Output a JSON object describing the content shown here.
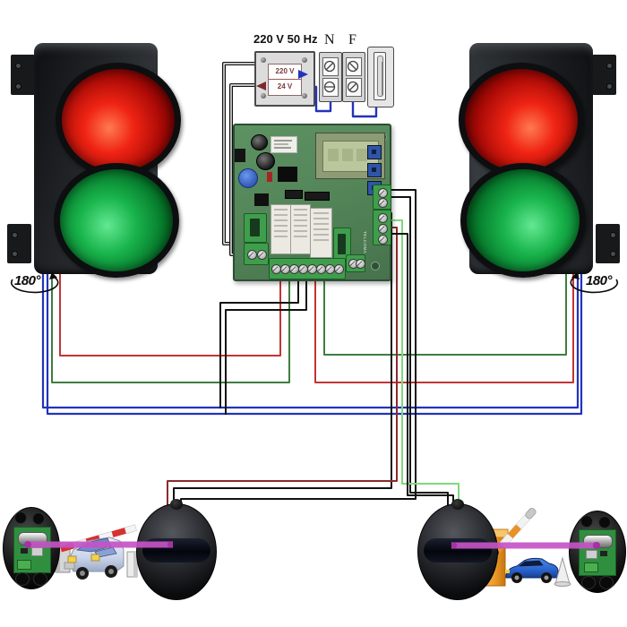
{
  "labels": {
    "power": "220 V 50 Hz",
    "terminal_n": "N",
    "terminal_f": "F",
    "transformer_primary": "220 V",
    "transformer_secondary": "24 V",
    "rotation_left": "180°",
    "rotation_right": "180°",
    "board_brand": "TELCOMA"
  },
  "components": {
    "left_unit": "traffic-light-red-green",
    "right_unit": "traffic-light-red-green",
    "center_unit": "control-board",
    "power_parts": [
      "transformer-220v-24v",
      "terminal-block-N",
      "terminal-block-F",
      "fuse-holder"
    ],
    "bottom_units": [
      "photocell-open-left",
      "photocell-closed-left",
      "photocell-closed-right",
      "photocell-open-right",
      "barrier-left",
      "barrier-right",
      "car-left",
      "car-right",
      "traffic-cone"
    ]
  },
  "colors": {
    "wire_red": "#c23535",
    "wire_green": "#3f7d3f",
    "wire_blue": "#2233bb",
    "wire_black": "#111111",
    "wire_dark_red": "#8b2a2a",
    "wire_light_green": "#7ed87e",
    "beam": "#c653c6",
    "pcb_green": "#55885a",
    "lamp_red": "#e01818",
    "lamp_green": "#12b347",
    "barrier_orange": "#e8922a"
  }
}
